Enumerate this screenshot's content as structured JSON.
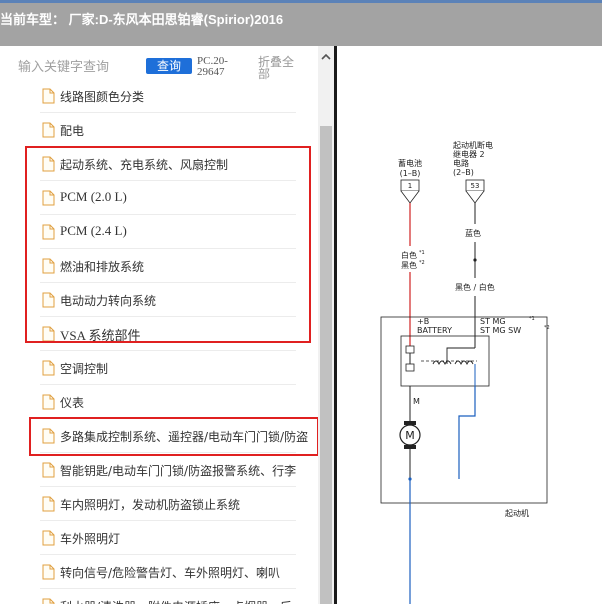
{
  "header": {
    "title": "当前车型：  厂家:D-东风本田思铂睿(Spirior)2016"
  },
  "search": {
    "placeholder": "输入关键字查询",
    "button": "查询",
    "code": "PC.20-29647",
    "collapse": "折叠全部"
  },
  "tree": {
    "items": [
      {
        "label": "线路图颜色分类"
      },
      {
        "label": "配电"
      },
      {
        "label": "起动系统、充电系统、风扇控制"
      },
      {
        "label": "PCM (2.0 L)"
      },
      {
        "label": "PCM (2.4 L)"
      },
      {
        "label": "燃油和排放系统"
      },
      {
        "label": "电动动力转向系统"
      },
      {
        "label": "VSA 系统部件"
      },
      {
        "label": "空调控制"
      },
      {
        "label": "仪表"
      },
      {
        "label": "多路集成控制系统、遥控器/电动车门门锁/防盗"
      },
      {
        "label": "智能钥匙/电动车门门锁/防盗报警系统、行李"
      },
      {
        "label": "车内照明灯，发动机防盗锁止系统"
      },
      {
        "label": "车外照明灯"
      },
      {
        "label": "转向信号/危险警告灯、车外照明灯、喇叭"
      },
      {
        "label": "刮水器/清洗器、附件电源插座、点烟器、后"
      }
    ]
  },
  "diagram": {
    "battery_label": [
      "蓄电池",
      "(1–B)"
    ],
    "relay_label": [
      "起动机断电",
      "继电器 2",
      "电路",
      "(2–B)"
    ],
    "terminal_1": "1",
    "terminal_53": "53",
    "wire_left": [
      "白色",
      "黑色"
    ],
    "wire_left_notes": [
      "*1",
      "*2"
    ],
    "wire_right": "蓝色",
    "wire_bottom": "黑色 / 白色",
    "box_left": [
      "+B",
      "BATTERY"
    ],
    "box_right": [
      "ST MG",
      "ST MG SW"
    ],
    "box_right_notes": [
      "*1",
      "*2"
    ],
    "motor_letter": "M",
    "motor_symbol": "M",
    "component": "起动机"
  },
  "colors": {
    "highlight": "#e02020",
    "query_button": "#1e6fd9",
    "wire_red": "#d02020",
    "wire_blue": "#1a5fbf"
  }
}
